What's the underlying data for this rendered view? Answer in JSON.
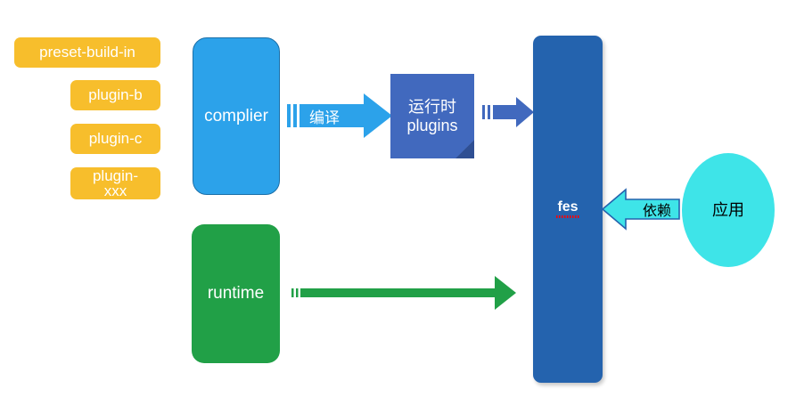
{
  "diagram": {
    "title": "fes architecture diagram",
    "type": "architecture-flow",
    "colors": {
      "orange": "#F7BE2C",
      "light_blue": "#2CA2EA",
      "medium_blue": "#4169BE",
      "dark_blue": "#2463AE",
      "green": "#21A047",
      "cyan": "#3EE4E8",
      "fold_shadow": "#2F4F93",
      "spellcheck_underline": "#FF0000"
    },
    "plugins": [
      {
        "label": "preset-build-in",
        "name": "preset-build-in"
      },
      {
        "label": "plugin-b",
        "name": "plugin-b"
      },
      {
        "label": "plugin-c",
        "name": "plugin-c"
      },
      {
        "label": "plugin-",
        "label2": "xxx",
        "name": "plugin-xxx"
      }
    ],
    "nodes": {
      "complier": {
        "label": "complier"
      },
      "runtime": {
        "label": "runtime"
      },
      "runtime_plugins": {
        "label_line1": "运行时",
        "label_line2": "plugins"
      },
      "fes": {
        "label": "fes"
      },
      "app": {
        "label": "应用"
      }
    },
    "arrows": {
      "compile": {
        "label": "编译",
        "from": "complier",
        "to": "runtime_plugins"
      },
      "plugins_to_fes": {
        "label": "",
        "from": "runtime_plugins",
        "to": "fes"
      },
      "runtime_to_fes": {
        "label": "",
        "from": "runtime",
        "to": "fes"
      },
      "depend": {
        "label": "依赖",
        "from": "app",
        "to": "fes"
      }
    }
  }
}
